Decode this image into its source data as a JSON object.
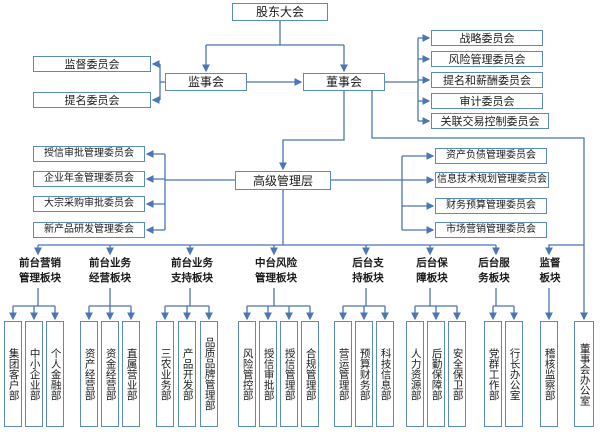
{
  "shareholders": "股东大会",
  "supervisory_board": "监事会",
  "board": "董事会",
  "senior_mgmt": "高级管理层",
  "supervisory_committees": [
    "监督委员会",
    "提名委员会"
  ],
  "board_committees": [
    "战略委员会",
    "风险管理委员会",
    "提名和薪酬委员会",
    "审计委员会",
    "关联交易控制委员会"
  ],
  "mgmt_committees_left": [
    "授信审批管理委员会",
    "企业年金管理委员会",
    "大宗采购审批委员会",
    "新产品研发管理委会"
  ],
  "mgmt_committees_right": [
    "资产负债管理委员会",
    "信息技术规划管理委员会",
    "财务预算管理委员会",
    "市场营销管理委员会"
  ],
  "segments": [
    {
      "label": "前台营销\n管理板块",
      "units": [
        "集团客户部",
        "中小企业部",
        "个人金融部"
      ]
    },
    {
      "label": "前台业务\n经营板块",
      "units": [
        "资产经营部",
        "资金经营部",
        "直属营业部"
      ]
    },
    {
      "label": "前台业务\n支持板块",
      "units": [
        "三农业务部",
        "产品开发部",
        "品质品牌管理部"
      ]
    },
    {
      "label": "中台风险\n管理板块",
      "units": [
        "风险管控部",
        "授信审批部",
        "授信管理部",
        "合规管理部"
      ]
    },
    {
      "label": "后台支\n持板块",
      "units": [
        "营运管理部",
        "预算财务部",
        "科技信息部"
      ]
    },
    {
      "label": "后台保\n障板块",
      "units": [
        "人力资源部",
        "后勤保障部",
        "安全保卫部"
      ]
    },
    {
      "label": "后台服\n务板块",
      "units": [
        "党群工作部",
        "行长办公室"
      ]
    },
    {
      "label": "监督\n板块",
      "units": [
        "稽核监察部"
      ]
    },
    {
      "label": "",
      "units": [
        "董事会办公室"
      ]
    }
  ],
  "colors": {
    "line": "#4a76b3",
    "box_border": "#5b8ac0",
    "text": "#1a1a1a"
  }
}
